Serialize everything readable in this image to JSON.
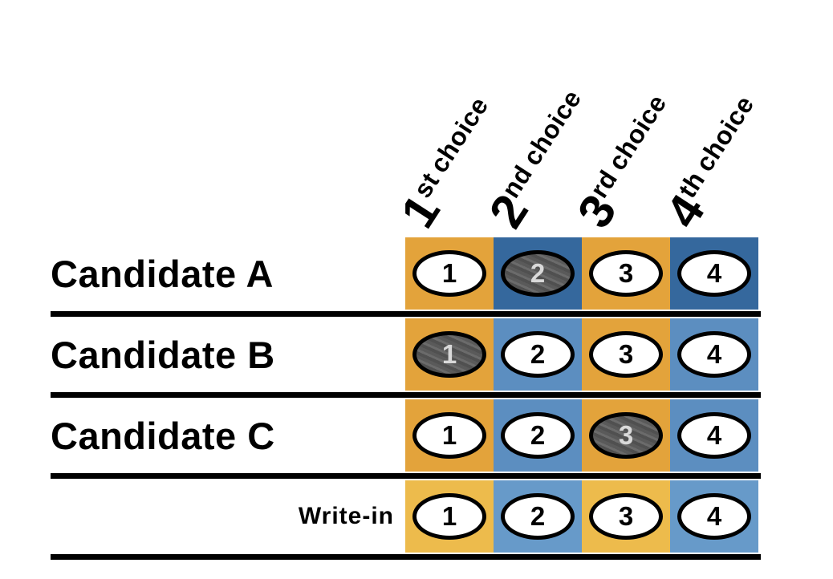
{
  "ballot": {
    "column_headers": [
      {
        "ordinal": "1",
        "suffix": "st",
        "word": "choice"
      },
      {
        "ordinal": "2",
        "suffix": "nd",
        "word": "choice"
      },
      {
        "ordinal": "3",
        "suffix": "rd",
        "word": "choice"
      },
      {
        "ordinal": "4",
        "suffix": "th",
        "word": "choice"
      }
    ],
    "rows": [
      {
        "label": "Candidate A",
        "bubble_values": [
          "1",
          "2",
          "3",
          "4"
        ],
        "selected": 2,
        "cell_colors": [
          "#E3A33B",
          "#35689D",
          "#E3A33B",
          "#35689D"
        ]
      },
      {
        "label": "Candidate B",
        "bubble_values": [
          "1",
          "2",
          "3",
          "4"
        ],
        "selected": 1,
        "cell_colors": [
          "#E3A33B",
          "#5C8EC0",
          "#E3A33B",
          "#5C8EC0"
        ]
      },
      {
        "label": "Candidate C",
        "bubble_values": [
          "1",
          "2",
          "3",
          "4"
        ],
        "selected": 3,
        "cell_colors": [
          "#E3A33B",
          "#5C8EC0",
          "#E3A33B",
          "#5C8EC0"
        ]
      },
      {
        "label": "Write-in",
        "small_label": true,
        "bubble_values": [
          "1",
          "2",
          "3",
          "4"
        ],
        "selected": null,
        "cell_colors": [
          "#EDBB4C",
          "#679AC9",
          "#EDBB4C",
          "#679AC9"
        ]
      }
    ],
    "colors": {
      "background": "#FFFFFF",
      "line": "#000000",
      "bubble_border": "#000000",
      "bubble_fill_selected": "#5E5E5E",
      "text": "#000000"
    }
  }
}
